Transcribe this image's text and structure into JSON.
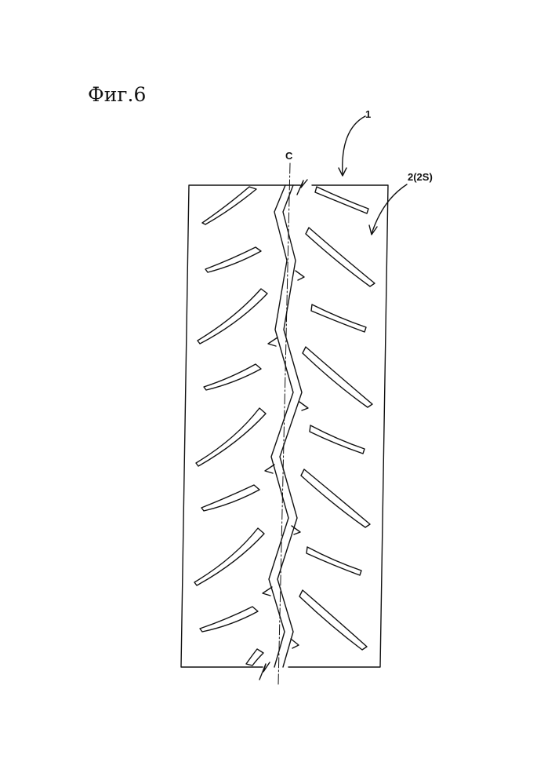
{
  "figure": {
    "title": "Фиг.6",
    "labels": {
      "tire": "1",
      "centerline": "C",
      "tread": "2(2S)"
    }
  },
  "colors": {
    "ink": "#111111",
    "background": "#ffffff"
  }
}
